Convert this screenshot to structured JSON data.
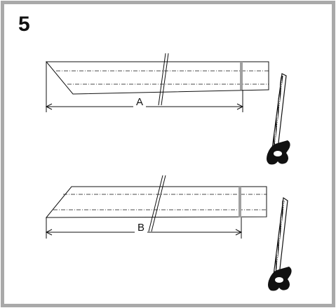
{
  "step": {
    "number": "5"
  },
  "diagrams": [
    {
      "id": "top",
      "dimension_label": "A"
    },
    {
      "id": "bottom",
      "dimension_label": "B"
    }
  ],
  "colors": {
    "frame": "#a9a9a9",
    "line": "#111111",
    "cut_mark": "#a0a0a0"
  },
  "icons": [
    "saw-icon",
    "break-mark-icon"
  ]
}
